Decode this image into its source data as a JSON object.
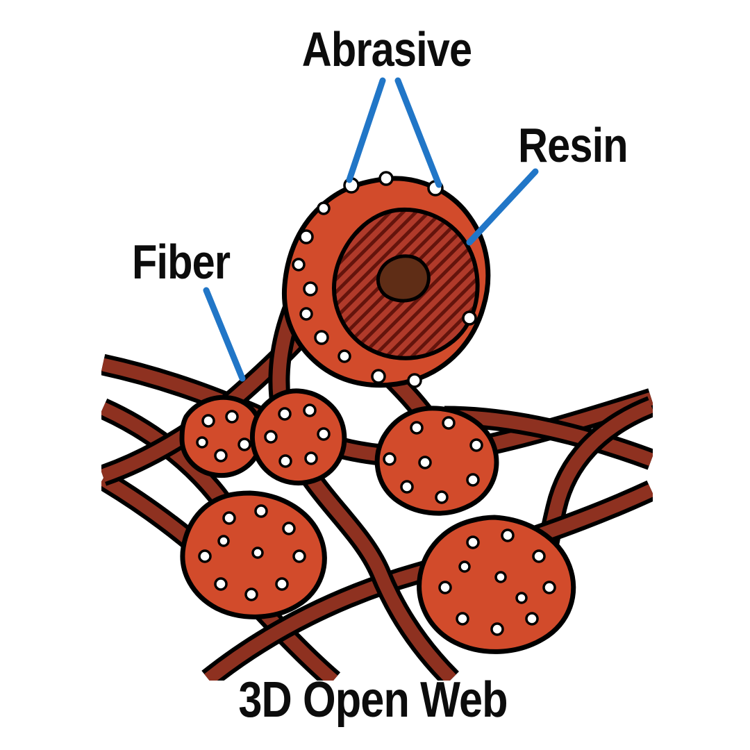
{
  "labels": {
    "abrasive": "Abrasive",
    "resin": "Resin",
    "fiber": "Fiber"
  },
  "caption": "3D Open Web",
  "colors": {
    "text": "#0c0c0c",
    "leader_line": "#2176c7",
    "fiber": "#8e3120",
    "resin_blob": "#d24b2b",
    "abrasive_particle": "#ffffff",
    "grain_base": "#b03a2a",
    "grain_hatch": "#64140c",
    "grain_core": "#5f2d16",
    "outline": "#000000"
  }
}
